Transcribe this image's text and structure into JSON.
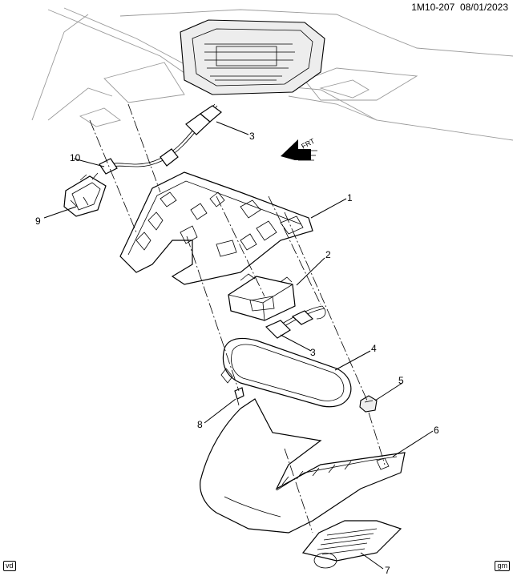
{
  "header": {
    "code": "1M10-207",
    "date": "08/01/2023"
  },
  "badges": {
    "left": "vd",
    "right": "gm"
  },
  "direction": {
    "label": "FRT"
  },
  "callouts": [
    {
      "id": "c1",
      "label": "1"
    },
    {
      "id": "c2",
      "label": "2"
    },
    {
      "id": "c3a",
      "label": "3"
    },
    {
      "id": "c3b",
      "label": "3"
    },
    {
      "id": "c4",
      "label": "4"
    },
    {
      "id": "c5",
      "label": "5"
    },
    {
      "id": "c6",
      "label": "6"
    },
    {
      "id": "c7",
      "label": "7"
    },
    {
      "id": "c8",
      "label": "8"
    },
    {
      "id": "c9",
      "label": "9"
    },
    {
      "id": "c10",
      "label": "10"
    }
  ]
}
